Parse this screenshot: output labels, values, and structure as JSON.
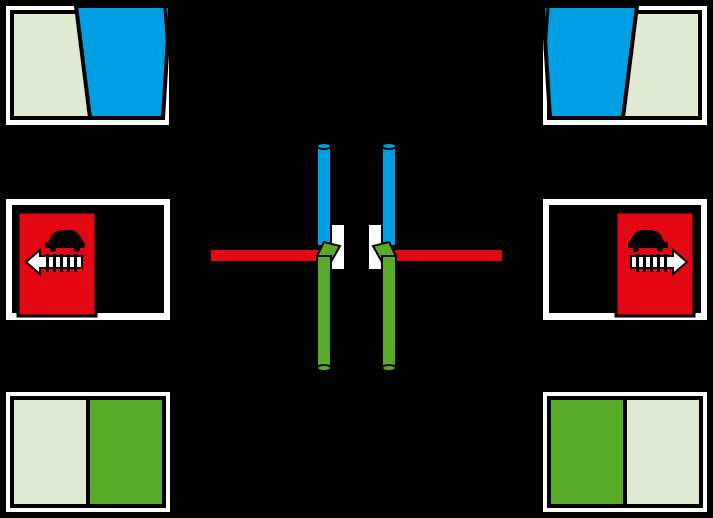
{
  "colors": {
    "background": "#000000",
    "panel_fill": "#e0ead3",
    "frame": "#ffffff",
    "blue": "#009fe3",
    "red": "#e30613",
    "green": "#57ab27",
    "outline": "#000000"
  },
  "panels": [
    {
      "id": "left-top",
      "state": "blue-open",
      "icon": "window-blue-icon"
    },
    {
      "id": "right-top",
      "state": "blue-open",
      "icon": "window-blue-icon"
    },
    {
      "id": "left-middle",
      "state": "red-locked",
      "icon": "vehicle-lock-arrow-icon"
    },
    {
      "id": "right-middle",
      "state": "red-locked",
      "icon": "vehicle-lock-arrow-icon"
    },
    {
      "id": "left-bottom",
      "state": "green-closed",
      "icon": "window-green-icon"
    },
    {
      "id": "right-bottom",
      "state": "green-closed",
      "icon": "window-green-icon"
    }
  ],
  "levers": [
    {
      "side": "left",
      "positions": [
        "blue-up",
        "red-horizontal",
        "green-down"
      ]
    },
    {
      "side": "right",
      "positions": [
        "blue-up",
        "red-horizontal",
        "green-down"
      ]
    }
  ]
}
